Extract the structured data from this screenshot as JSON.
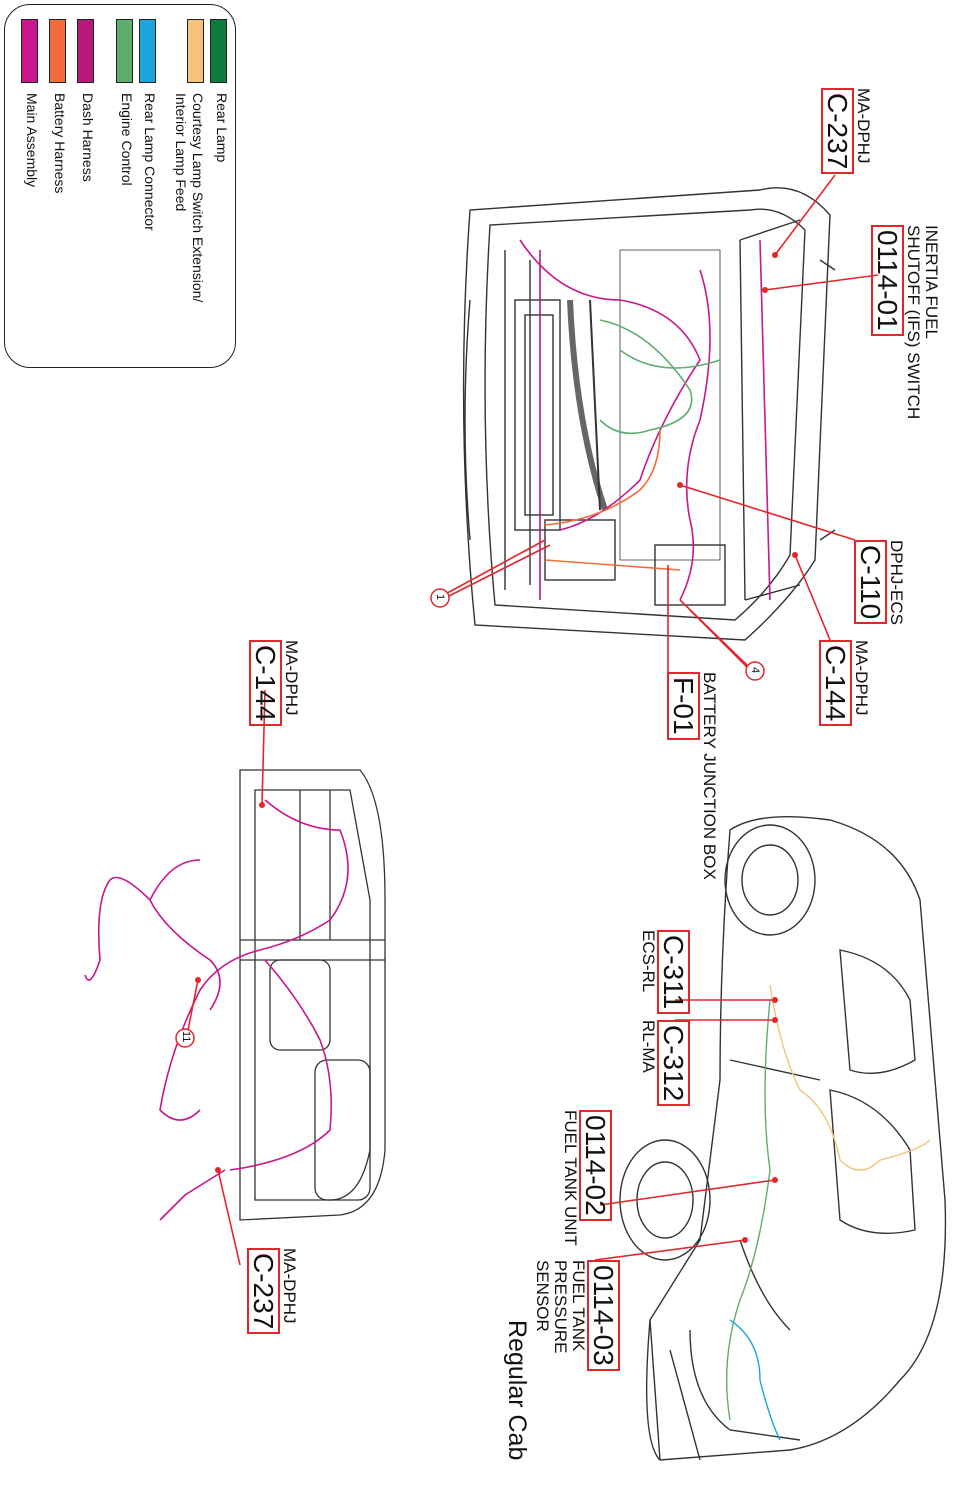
{
  "legend": {
    "items": [
      {
        "label": "Rear Lamp",
        "color": "#0f7a3c"
      },
      {
        "label": "Courtesy Lamp Switch Extension/",
        "label2": "Interior Lamp Feed",
        "color": "#f5c27a"
      },
      {
        "label": "Rear Lamp  Connector",
        "color": "#1ea3dc"
      },
      {
        "label": "Engine Control",
        "color": "#5fae6e"
      },
      {
        "label": "Dash Harness",
        "color": "#b5197a"
      },
      {
        "label": "Battery Harness",
        "color": "#f26b3a"
      },
      {
        "label": "Main Assembly",
        "color": "#c8168c"
      }
    ]
  },
  "labels": {
    "c237_top": {
      "name": "MA-DPHJ",
      "code": "C-237"
    },
    "ifs": {
      "name1": "INERTIA FUEL",
      "name2": "SHUTOFF (IFS) SWITCH",
      "code": "0114-01"
    },
    "c110": {
      "name": "DPHJ-ECS",
      "code": "C-110"
    },
    "c144_top": {
      "name": "MA-DPHJ",
      "code": "C-144"
    },
    "f01": {
      "name": "BATTERY JUNCTION BOX",
      "code": "F-01"
    },
    "c144_left": {
      "name": "MA-DPHJ",
      "code": "C-144"
    },
    "c237_bottom": {
      "name": "MA-DPHJ",
      "code": "C-237"
    },
    "c311": {
      "name": "ECS-RL",
      "code": "C-311"
    },
    "c312": {
      "name": "RL-MA",
      "code": "C-312"
    },
    "fuel_sender": {
      "name": "FUEL TANK UNIT",
      "code": "0114-02"
    },
    "fuel_pressure": {
      "name1": "FUEL TANK",
      "name2": "PRESSURE",
      "name3": "SENSOR",
      "code": "0114-03"
    },
    "cab": {
      "name": "Regular Cab"
    }
  },
  "callouts": {
    "c1": "1",
    "c4": "4",
    "c11": "11"
  },
  "colors": {
    "leader": "#e3262a",
    "outline": "#333333"
  }
}
